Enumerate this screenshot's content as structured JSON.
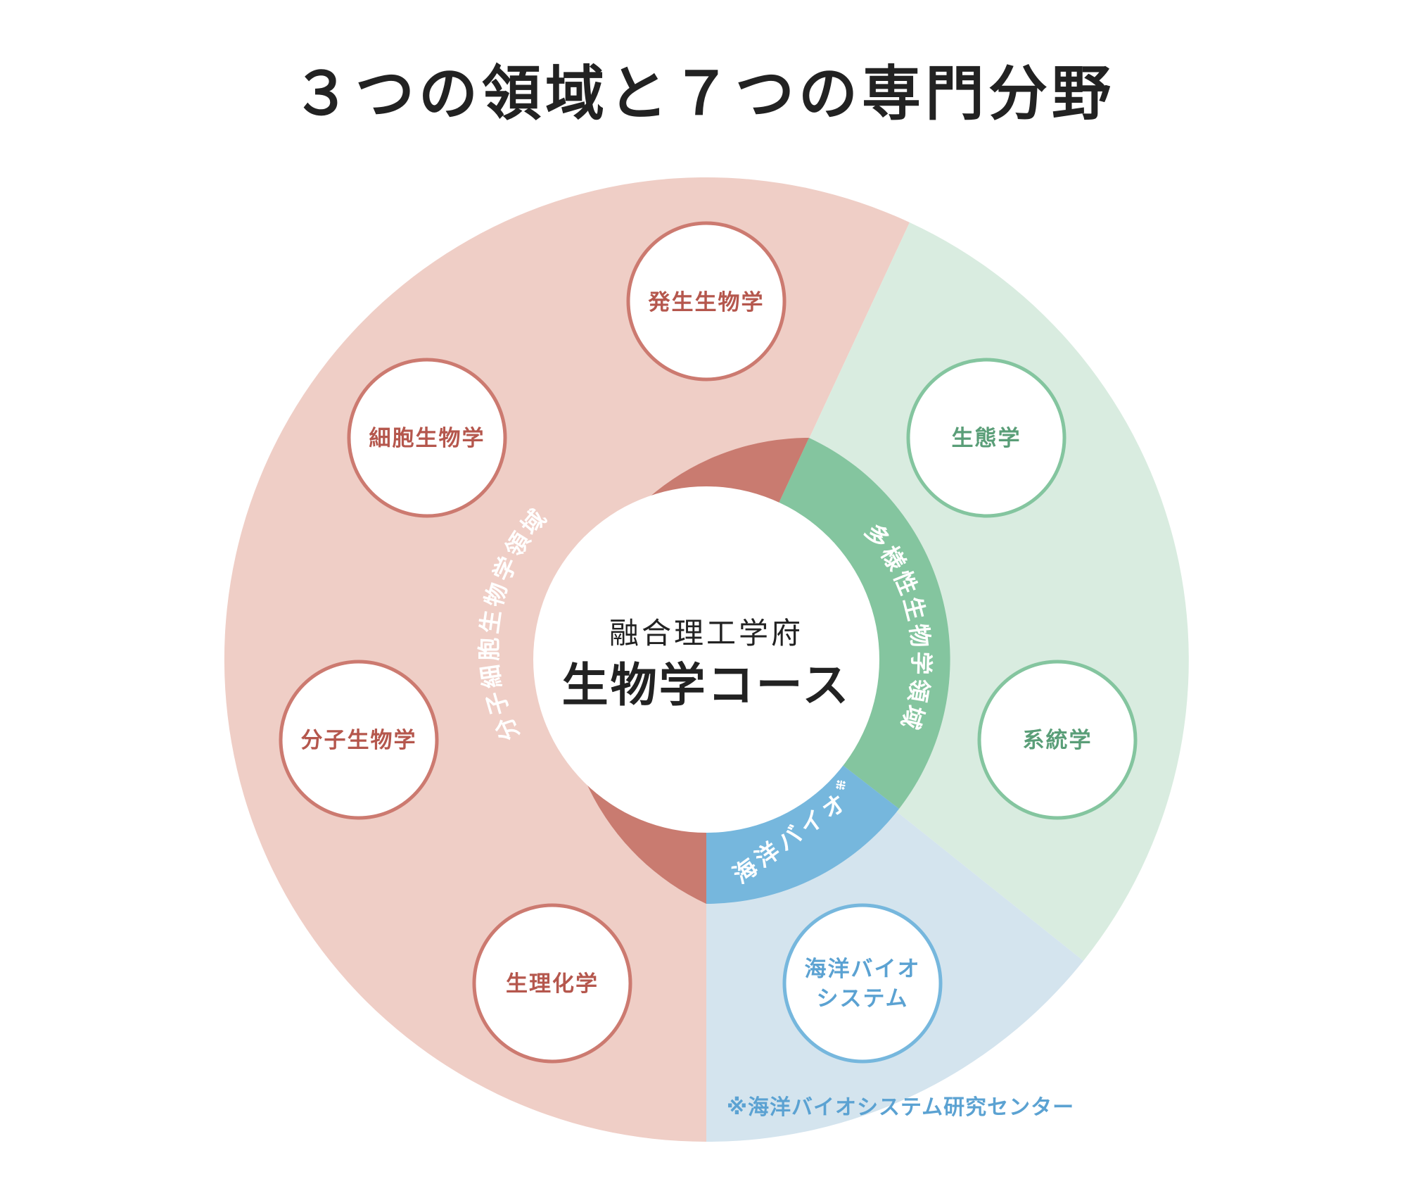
{
  "title": "３つの領域と７つの専門分野",
  "center": {
    "subtitle": "融合理工学府",
    "main": "生物学コース"
  },
  "domains": [
    {
      "id": "cell",
      "label": "分子細胞生物学領域",
      "ring_color": "#c97b70",
      "bg_color": "#efcec6",
      "text_color": "#b5574d",
      "border_color": "#cc7a70",
      "fields": [
        "発生生物学",
        "細胞生物学",
        "分子生物学",
        "生理化学"
      ]
    },
    {
      "id": "diversity",
      "label": "多様性生物学領域",
      "ring_color": "#84c59f",
      "bg_color": "#d9ece0",
      "text_color": "#5a9e78",
      "border_color": "#84c59f",
      "fields": [
        "生態学",
        "系統学"
      ]
    },
    {
      "id": "marine",
      "label": "海洋バイオ",
      "label_mark": "※",
      "ring_color": "#76b7dd",
      "bg_color": "#d4e4ee",
      "text_color": "#5ba2d2",
      "border_color": "#76b7dd",
      "fields": [
        "海洋バイオ システム"
      ]
    }
  ],
  "footnote": "※海洋バイオシステム研究センター"
}
